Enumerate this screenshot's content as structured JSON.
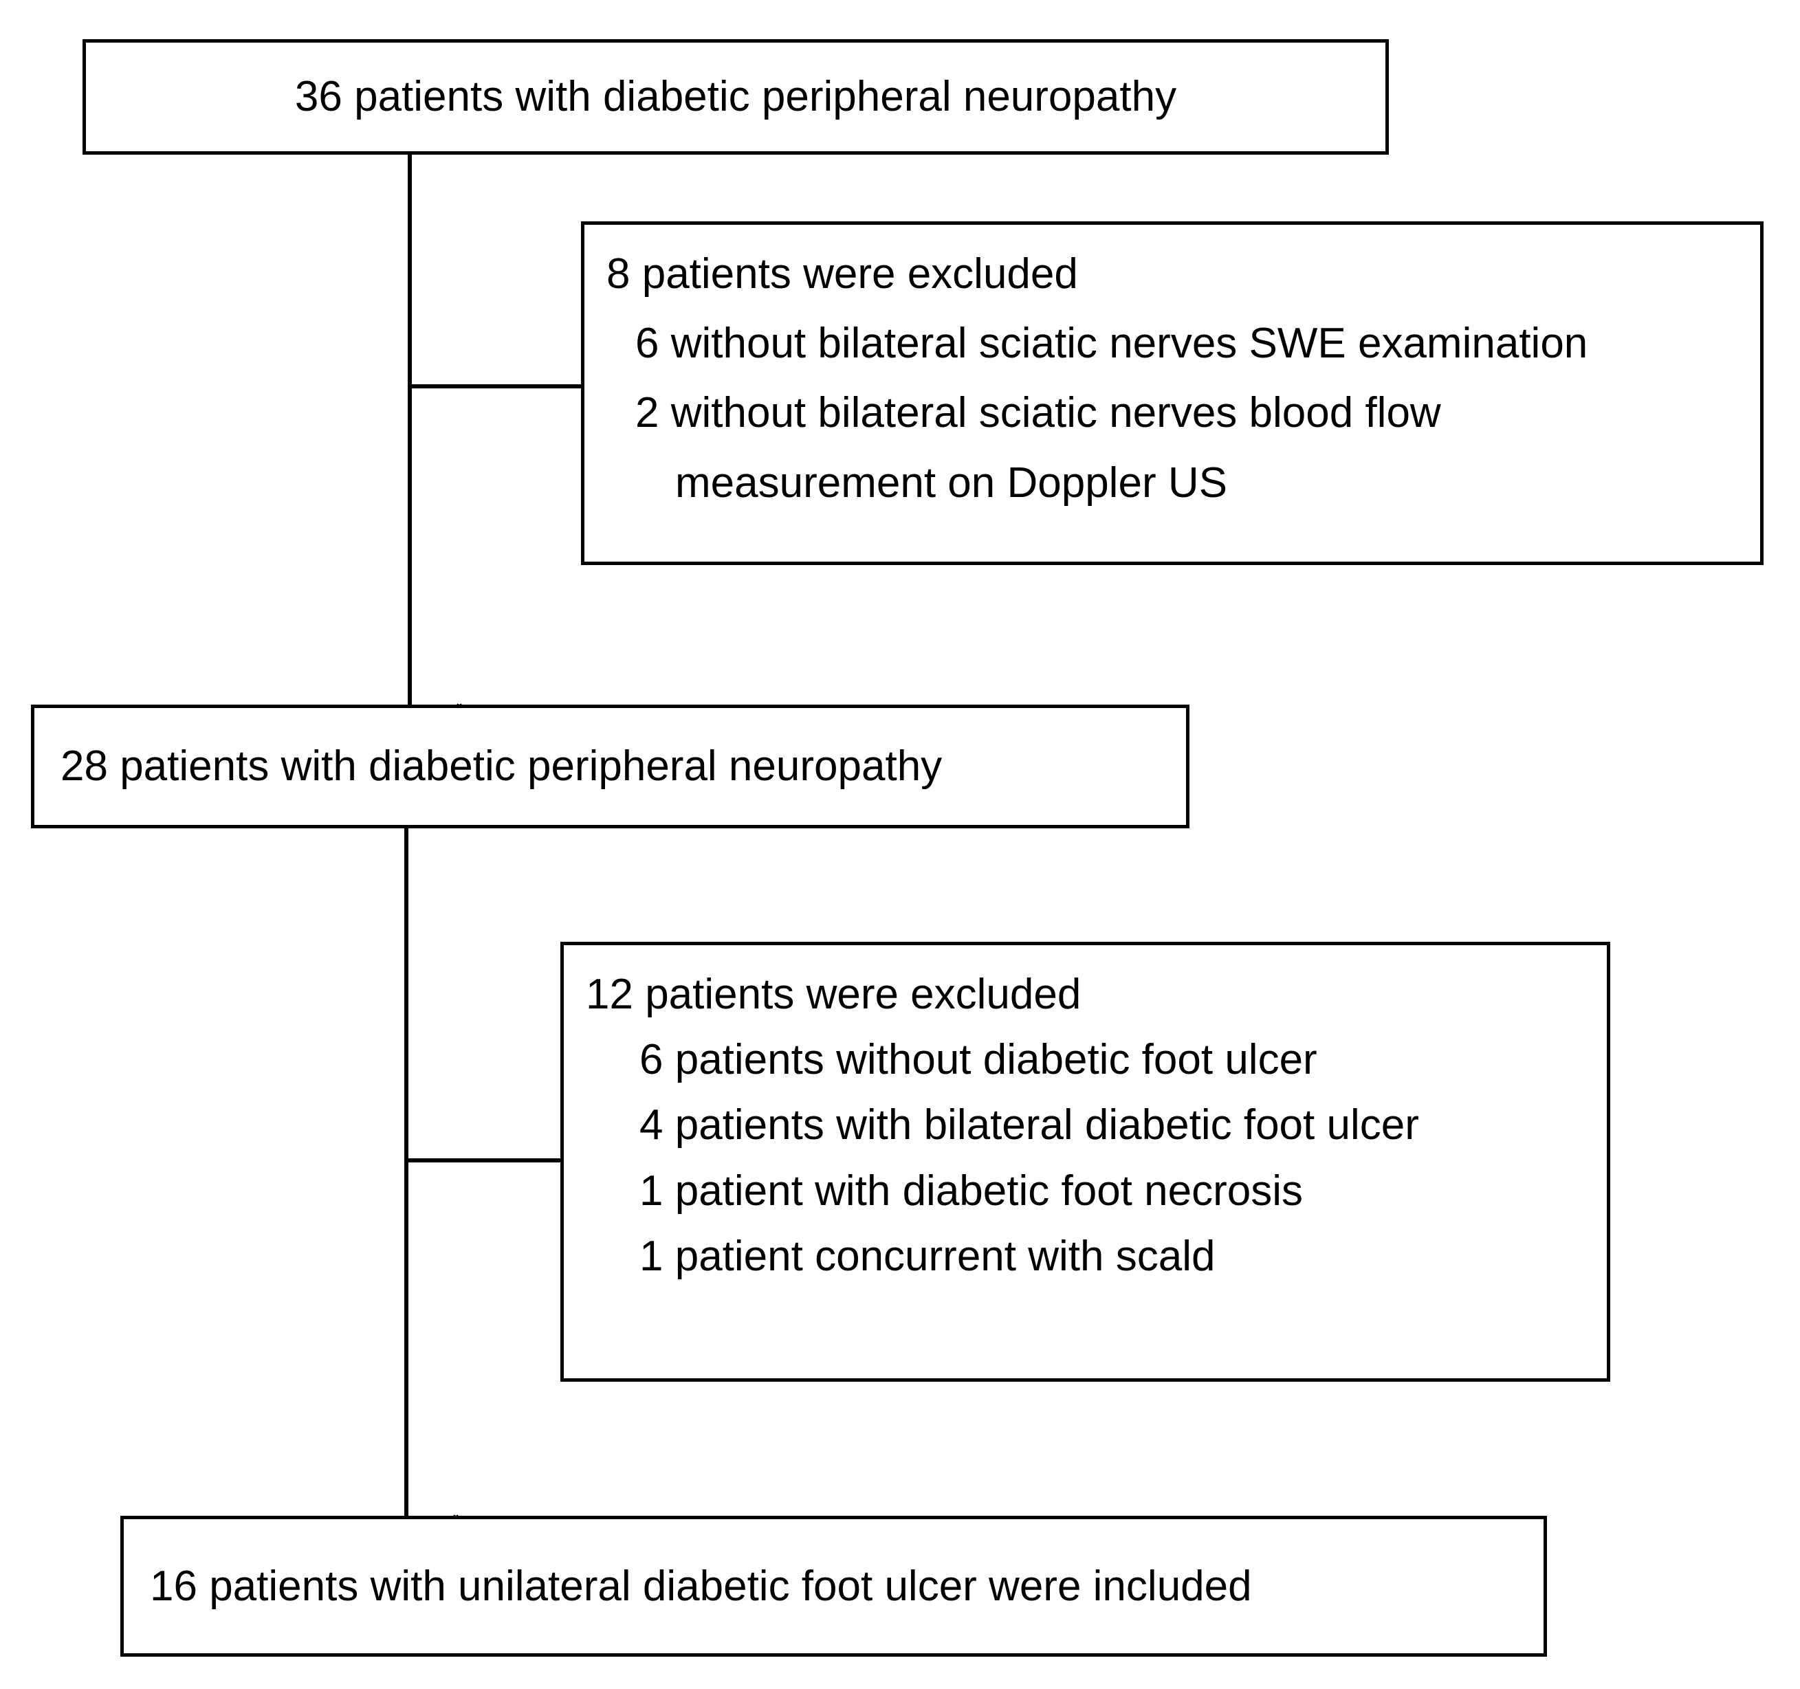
{
  "figure": {
    "type": "patient-flow-diagram",
    "colors": {
      "stroke": "#000000",
      "background": "#ffffff",
      "text": "#000000"
    }
  },
  "nodes": {
    "enrolled": {
      "id": "box-top",
      "align": "center",
      "lines": [
        "36 patients with diabetic peripheral neuropathy"
      ]
    },
    "excluded_first": {
      "id": "box-excl-1",
      "align": "left",
      "lines": [
        {
          "text": "8 patients were excluded",
          "indent": 0
        },
        {
          "text": "6 without bilateral sciatic nerves SWE examination",
          "indent": 1
        },
        {
          "text": "2 without bilateral sciatic nerves blood flow",
          "indent": 1
        },
        {
          "text": "measurement on Doppler US",
          "indent": 2
        }
      ]
    },
    "remaining": {
      "id": "box-mid",
      "align": "left",
      "lines": [
        "28 patients with diabetic peripheral neuropathy"
      ]
    },
    "excluded_second": {
      "id": "box-excl-2",
      "align": "left",
      "lines": [
        {
          "text": "12 patients were excluded",
          "indent": 0
        },
        {
          "text": "6 patients without diabetic foot ulcer",
          "indent": 1
        },
        {
          "text": "4 patients with bilateral diabetic foot ulcer",
          "indent": 1
        },
        {
          "text": "1 patient with diabetic foot necrosis",
          "indent": 1
        },
        {
          "text": "1 patient concurrent with scald",
          "indent": 1
        }
      ]
    },
    "included": {
      "id": "box-bottom",
      "align": "left",
      "lines": [
        "16 patients with unilateral diabetic foot ulcer were included"
      ]
    }
  },
  "connectors": [
    {
      "name": "enrolled-to-remaining",
      "direction": "down"
    },
    {
      "name": "enrolled-to-excluded-first",
      "direction": "right"
    },
    {
      "name": "remaining-to-included",
      "direction": "down"
    },
    {
      "name": "remaining-to-excluded-second",
      "direction": "right"
    }
  ]
}
